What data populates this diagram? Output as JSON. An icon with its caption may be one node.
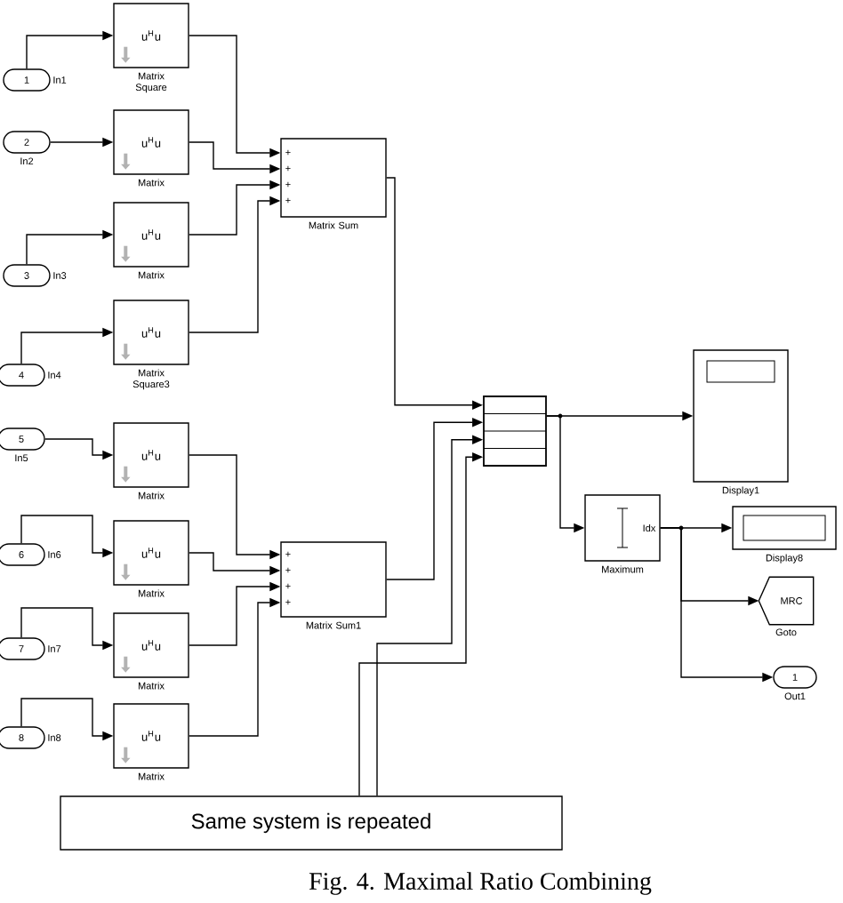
{
  "diagram": {
    "caption": "Fig. 4. Maximal Ratio Combining",
    "nodes": [
      {
        "text": [
          "1"
        ],
        "beside": [
          "In1"
        ]
      },
      {
        "text": [
          "2"
        ],
        "beside": [
          "In2"
        ]
      },
      {
        "text": [
          "3"
        ],
        "beside": [
          "In3"
        ]
      },
      {
        "text": [
          "4"
        ],
        "beside": [
          "In4"
        ]
      },
      {
        "text": [
          "5"
        ],
        "beside": [
          "In5"
        ]
      },
      {
        "text": [
          "6"
        ],
        "beside": [
          "In6"
        ]
      },
      {
        "text": [
          "7"
        ],
        "beside": [
          "In7"
        ]
      },
      {
        "text": [
          "8"
        ],
        "beside": [
          "In8"
        ]
      },
      {
        "text": [
          "u$^{H}$u"
        ],
        "beside": [
          "Matrix Square"
        ]
      },
      {
        "text": [
          "u$^{H}$u"
        ],
        "beside": [
          "Matrix"
        ]
      },
      {
        "text": [
          "u$^{H}$u"
        ],
        "beside": [
          "Matrix"
        ]
      },
      {
        "text": [
          "u$^{H}$u"
        ],
        "beside": [
          "Matrix Square3"
        ]
      },
      {
        "text": [
          "u$^{H}$u"
        ],
        "beside": [
          "Matrix"
        ]
      },
      {
        "text": [
          "u$^{H}$u"
        ],
        "beside": [
          "Matrix"
        ]
      },
      {
        "text": [
          "u$^{H}$u"
        ],
        "beside": [
          "Matrix"
        ]
      },
      {
        "text": [
          "u$^{H}$u"
        ],
        "beside": [
          "Matrix"
        ]
      },
      {
        "text": [
          "+",
          "+",
          "+",
          "+"
        ],
        "beside": [
          "Matrix Sum"
        ]
      },
      {
        "text": [
          "+",
          "+",
          "+",
          "+"
        ],
        "beside": [
          "Matrix Sum1"
        ]
      },
      {
        "text": [],
        "shape": "bar"
      },
      {
        "text": [],
        "shape": "box",
        "beside": [
          "Display1"
        ]
      },
      {
        "text": [
          "Idx"
        ],
        "beside": [
          "Maximum"
        ]
      },
      {
        "text": [],
        "shape": "box",
        "beside": [
          "Display8"
        ]
      },
      {
        "text": [
          "MRC"
        ],
        "beside": [
          "Goto"
        ]
      },
      {
        "text": [
          "1"
        ],
        "beside": [
          "Out1"
        ]
      },
      {
        "text": [
          "Same system is repeated"
        ]
      }
    ],
    "edges": [
      {
        "from": 0,
        "to": 8,
        "arrow": "to"
      },
      {
        "from": 1,
        "to": 9,
        "arrow": "to"
      },
      {
        "from": 2,
        "to": 10,
        "arrow": "to"
      },
      {
        "from": 3,
        "to": 11,
        "arrow": "to"
      },
      {
        "from": 4,
        "to": 12,
        "arrow": "to"
      },
      {
        "from": 5,
        "to": 13,
        "arrow": "to"
      },
      {
        "from": 6,
        "to": 14,
        "arrow": "to"
      },
      {
        "from": 7,
        "to": 15,
        "arrow": "to"
      },
      {
        "from": 8,
        "to": 16,
        "arrow": "to"
      },
      {
        "from": 9,
        "to": 16,
        "arrow": "to"
      },
      {
        "from": 10,
        "to": 16,
        "arrow": "to"
      },
      {
        "from": 11,
        "to": 16,
        "arrow": "to"
      },
      {
        "from": 12,
        "to": 17,
        "arrow": "to"
      },
      {
        "from": 13,
        "to": 17,
        "arrow": "to"
      },
      {
        "from": 14,
        "to": 17,
        "arrow": "to"
      },
      {
        "from": 15,
        "to": 17,
        "arrow": "to"
      },
      {
        "from": 16,
        "to": 18,
        "arrow": "to"
      },
      {
        "from": 17,
        "to": 18,
        "arrow": "to"
      },
      {
        "from": 24,
        "to": 18,
        "arrow": "to"
      },
      {
        "from": 24,
        "to": 18,
        "arrow": "to"
      },
      {
        "from": 18,
        "to": 19,
        "arrow": "to"
      },
      {
        "from": 18,
        "to": 20,
        "arrow": "to"
      },
      {
        "from": 20,
        "to": 21,
        "arrow": "to"
      },
      {
        "from": 20,
        "to": 22,
        "arrow": "to"
      },
      {
        "from": 20,
        "to": 23,
        "arrow": "to"
      }
    ]
  }
}
